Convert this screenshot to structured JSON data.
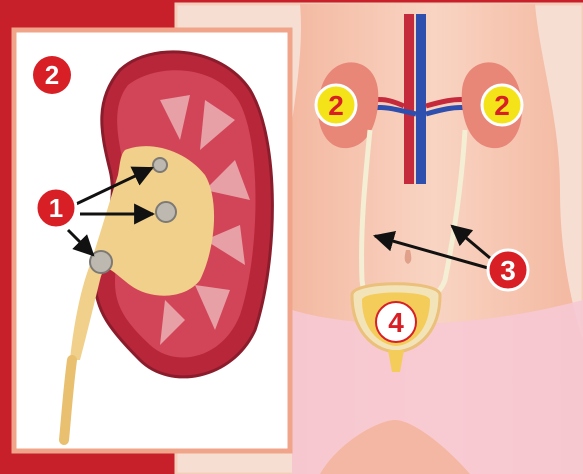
{
  "labels": {
    "panel_number": "2",
    "stones": "1",
    "kidney_left": "2",
    "kidney_right": "2",
    "ureters": "3",
    "bladder": "4"
  },
  "colors": {
    "frame_red": "#c8202a",
    "badge_red": "#d81f26",
    "badge_yellow": "#f5e31a",
    "skin": "#f6c8b4",
    "kidney_red": "#c42a3c",
    "urine": "#f0d08a"
  }
}
